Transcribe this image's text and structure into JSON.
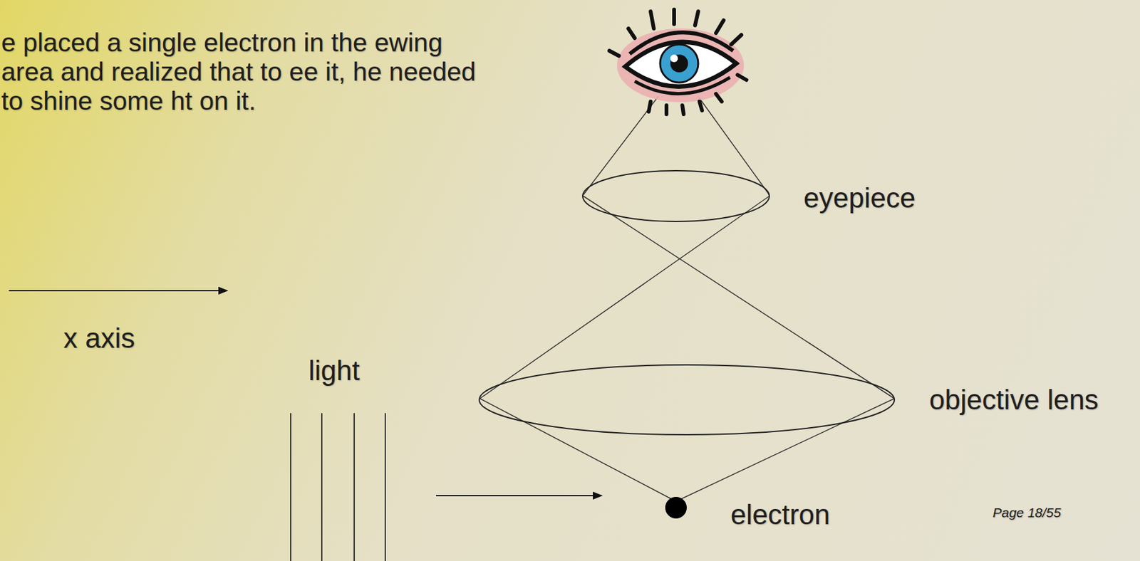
{
  "diagram": {
    "labels": [
      "e placed a single electron in the ewing area and realized that to ee it, he needed to shine some ht on it.",
      "x axis",
      "light",
      "eyepiece",
      "objective lens",
      "electron",
      "Page 18/55"
    ]
  }
}
